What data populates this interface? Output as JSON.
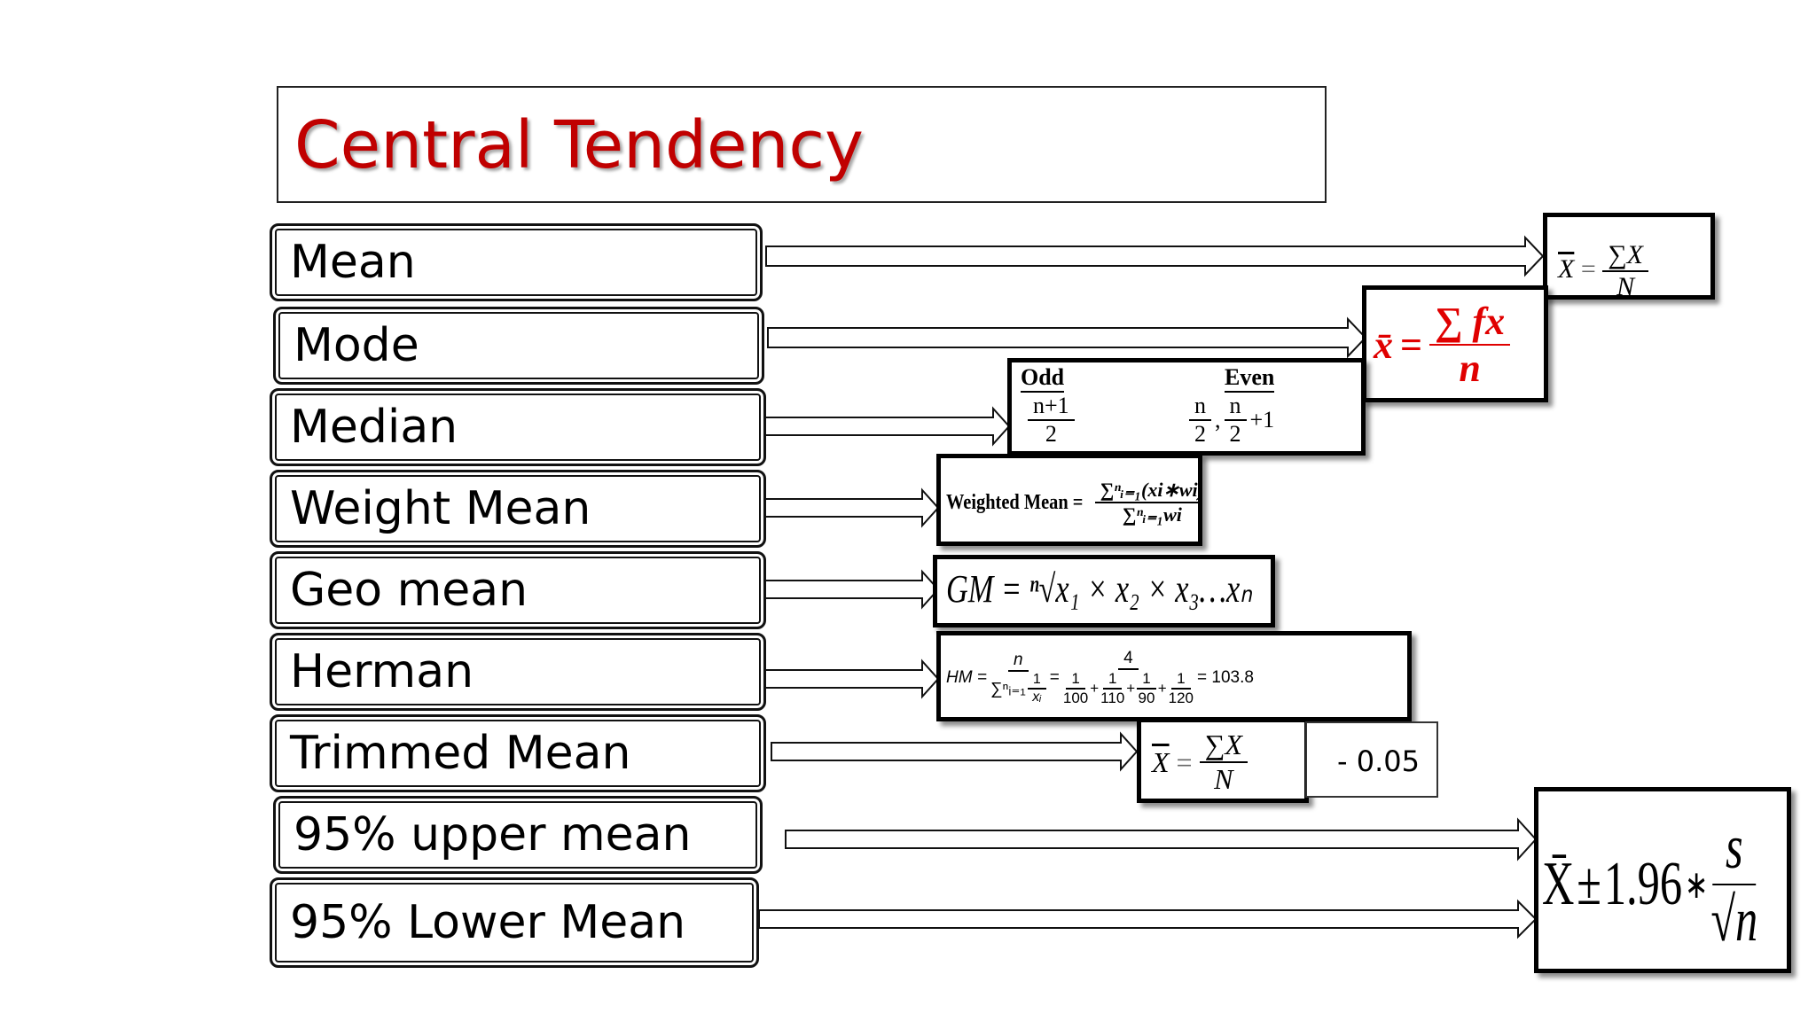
{
  "title": "Central Tendency",
  "labels": [
    "Mean",
    "Mode",
    "Median",
    "Weight Mean",
    "Geo mean",
    "Herman",
    "Trimmed Mean",
    "95% upper mean",
    "95% Lower Mean"
  ],
  "formulas": {
    "mean": {
      "lhs": "X",
      "eq": "=",
      "num": "∑X",
      "den": "N"
    },
    "mode": {
      "lhs": "x̄",
      "eq": "=",
      "num": "∑ fx",
      "den": "n"
    },
    "median": {
      "odd_label": "Odd",
      "odd_num": "n+1",
      "odd_den": "2",
      "even_label": "Even",
      "even_a_num": "n",
      "even_a_den": "2",
      "sep": ",",
      "even_b_num": "n",
      "even_b_den": "2",
      "plus_one": "+1"
    },
    "weighted": {
      "lhs": "Weighted Mean =",
      "num": "∑ⁿᵢ₌₁(xi∗wi)",
      "den": "∑ⁿᵢ₌₁wi"
    },
    "geo": {
      "text": "GM = ⁿ√x₁ × x₂ × x₃…xₙ"
    },
    "harmonic": {
      "lhs": "HM =",
      "n": "n",
      "sum": "∑ⁿᵢ₌₁",
      "one": "1",
      "xi": "xᵢ",
      "eq2": "=",
      "four": "4",
      "terms": [
        "100",
        "110",
        "90",
        "120"
      ],
      "result": "= 103.8"
    },
    "trimmed": {
      "lhs": "X",
      "eq": "=",
      "num": "∑X",
      "den": "N",
      "note": "- 0.05"
    },
    "ci": {
      "lhs": "X̄",
      "pm": "±",
      "const": "1.96",
      "times": "∗",
      "num": "s",
      "den": "√n"
    }
  },
  "colors": {
    "title": "#c00000",
    "mode_formula": "#e00000"
  }
}
